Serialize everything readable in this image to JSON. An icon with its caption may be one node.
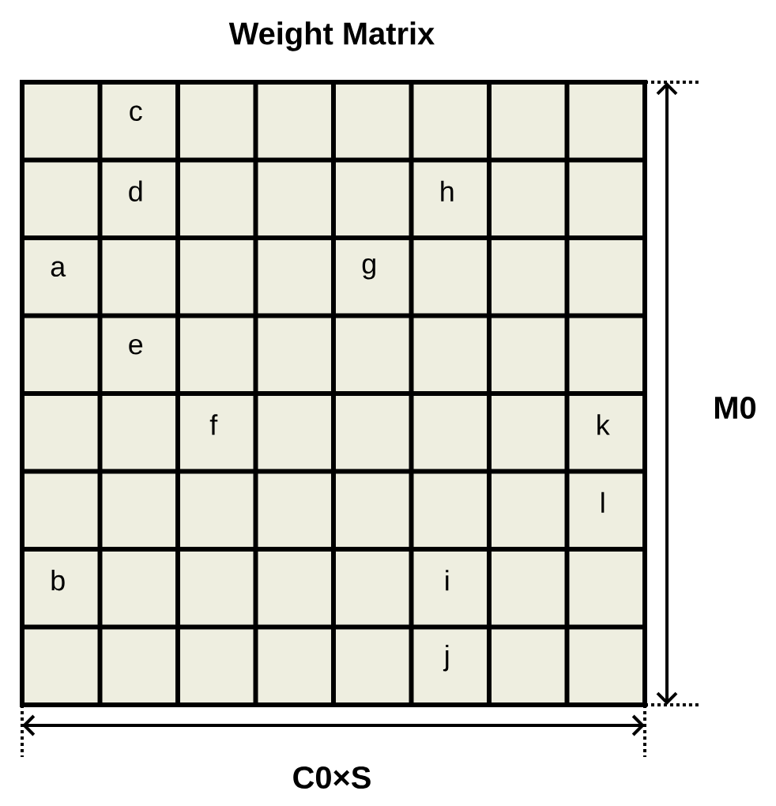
{
  "diagram": {
    "title": "Weight Matrix",
    "labels": [
      "c",
      "d",
      "h",
      "a",
      "g",
      "e",
      "f",
      "k",
      "l",
      "b",
      "i",
      "j",
      "M0",
      "C0×S"
    ]
  }
}
